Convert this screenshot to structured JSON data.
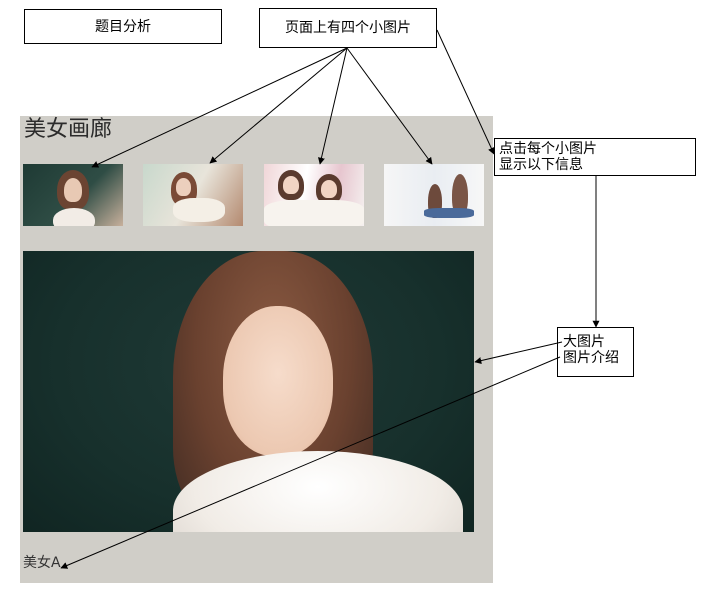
{
  "boxes": {
    "title": "题目分析",
    "thumbs_note": "页面上有四个小图片",
    "click_line1": "点击每个小图片",
    "click_line2": "显示以下信息",
    "big_line1": "大图片",
    "big_line2": "图片介绍"
  },
  "gallery": {
    "title": "美女画廊",
    "caption": "美女A"
  }
}
